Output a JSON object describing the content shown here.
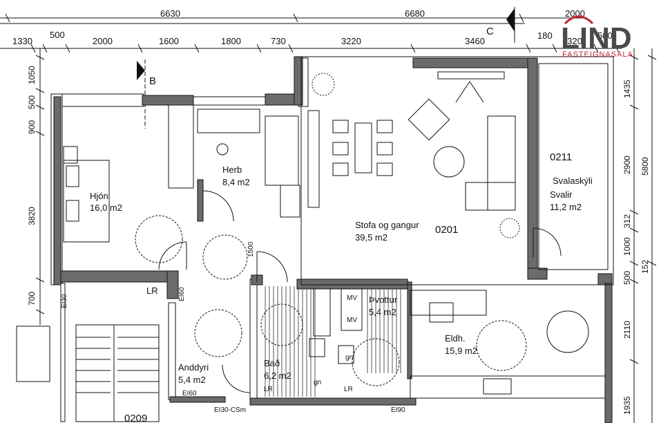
{
  "dimensions": {
    "top_row_1": [
      "6630",
      "6680",
      "2000"
    ],
    "top_row_2": [
      "1330",
      "500",
      "2000",
      "1600",
      "1800",
      "730",
      "3220",
      "3460",
      "180",
      "1320",
      "500"
    ],
    "left": [
      "1050",
      "500",
      "900",
      "3820",
      "700"
    ],
    "right_inner": [
      "1435",
      "2900",
      "312",
      "1000",
      "500",
      "2110",
      "1935"
    ],
    "right_outer": [
      "5800",
      "152"
    ],
    "door_1500": "1500"
  },
  "section_markers": {
    "b": "B",
    "c": "C"
  },
  "rooms": {
    "hjon": {
      "name": "Hjón",
      "area": "16,0 m2"
    },
    "herb": {
      "name": "Herb",
      "area": "8,4 m2"
    },
    "stofa": {
      "name": "Stofa og gangur",
      "area": "39,5 m2",
      "number": "0201"
    },
    "svalir": {
      "number": "0211",
      "name": "Svalaskýli",
      "sub": "Svalir",
      "area": "11,2 m2"
    },
    "thvottur": {
      "name": "Þvottur",
      "area": "5,4 m2"
    },
    "eldh": {
      "name": "Eldh.",
      "area": "15,9 m2"
    },
    "anddyri": {
      "name": "Anddyri",
      "area": "5,4 m2"
    },
    "bad": {
      "name": "Bað",
      "area": "6,2 m2"
    },
    "neighbor": {
      "number": "0209"
    }
  },
  "labels": {
    "lr_1": "LR",
    "lr_2": "LR",
    "lr_3": "LR",
    "ei30": "EI30",
    "ei60_a": "EI60",
    "ei60_b": "EI60",
    "ei30_csm": "EI30-CSm",
    "ei90": "EI90",
    "mv1": "MV",
    "mv2": "MV",
    "gn1": "gn",
    "gn2": "gn"
  },
  "logo": {
    "name": "LIND",
    "tagline": "FASTEIGNASALA",
    "accent": "#c1272d",
    "gray": "#4a4a4a"
  }
}
